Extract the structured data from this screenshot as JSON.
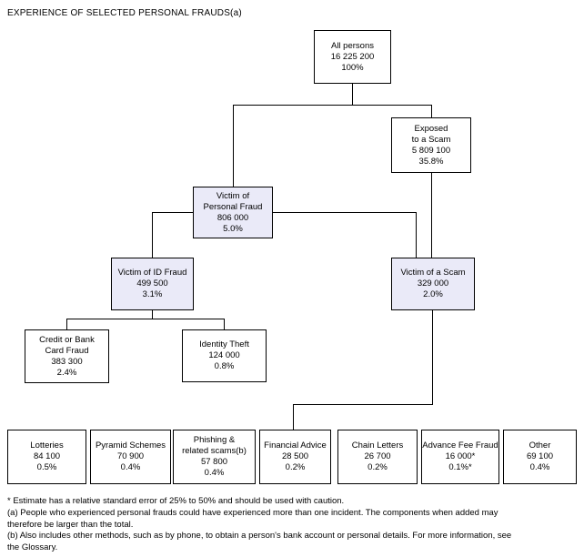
{
  "title": "EXPERIENCE OF SELECTED PERSONAL FRAUDS(a)",
  "colors": {
    "box_fill_white": "#ffffff",
    "box_fill_highlight": "#eaeaf8",
    "box_border": "#000000",
    "connector": "#000000"
  },
  "nodes": {
    "all_persons": {
      "label": "All persons",
      "value": "16 225 200",
      "percent": "100%"
    },
    "exposed_to_scam": {
      "label": "Exposed\nto a Scam",
      "value": "5 809 100",
      "percent": "35.8%"
    },
    "victim_personal_fraud": {
      "label": "Victim of\nPersonal Fraud",
      "value": "806 000",
      "percent": "5.0%"
    },
    "victim_id_fraud": {
      "label": "Victim of ID Fraud",
      "value": "499 500",
      "percent": "3.1%"
    },
    "victim_scam": {
      "label": "Victim of a Scam",
      "value": "329 000",
      "percent": "2.0%"
    },
    "credit_bank_card_fraud": {
      "label": "Credit or Bank\nCard Fraud",
      "value": "383 300",
      "percent": "2.4%"
    },
    "identity_theft": {
      "label": "Identity Theft",
      "value": "124 000",
      "percent": "0.8%"
    },
    "lotteries": {
      "label": "Lotteries",
      "value": "84 100",
      "percent": "0.5%"
    },
    "pyramid_schemes": {
      "label": "Pyramid Schemes",
      "value": "70 900",
      "percent": "0.4%"
    },
    "phishing": {
      "label": "Phishing &\nrelated scams(b)",
      "value": "57 800",
      "percent": "0.4%"
    },
    "financial_advice": {
      "label": "Financial Advice",
      "value": "28 500",
      "percent": "0.2%"
    },
    "chain_letters": {
      "label": "Chain Letters",
      "value": "26 700",
      "percent": "0.2%"
    },
    "advance_fee_fraud": {
      "label": "Advance Fee Fraud",
      "value": "16 000*",
      "percent": "0.1%*"
    },
    "other": {
      "label": "Other",
      "value": "69 100",
      "percent": "0.4%"
    }
  },
  "footnotes": [
    "* Estimate has a relative standard error of 25% to 50% and should be used with caution.",
    "(a) People who experienced personal frauds could have experienced more than one incident. The components when added may",
    "therefore be larger than the total.",
    "(b) Also includes other methods, such as by phone, to obtain a person's bank account or personal details. For more information, see",
    "the Glossary."
  ]
}
